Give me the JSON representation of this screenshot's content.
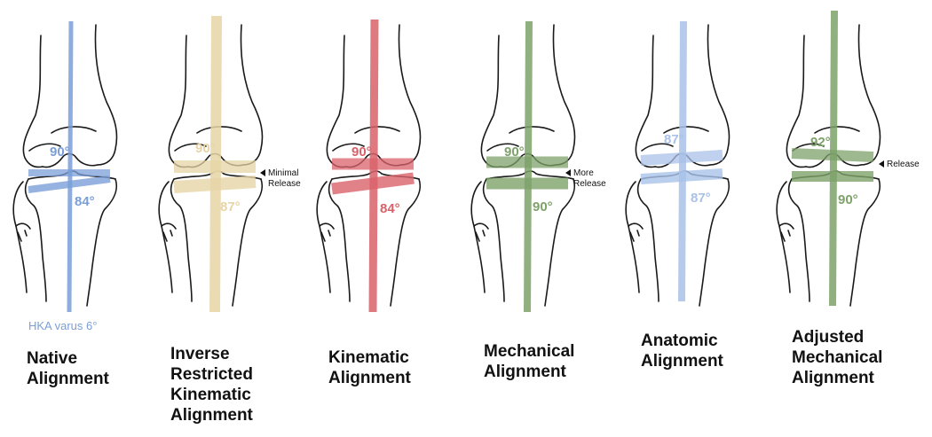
{
  "panels": [
    {
      "key": "native",
      "color": "#7a9fd8",
      "angle_top": "90°",
      "angle_bottom": "84°",
      "side_note": [],
      "bottom_note": "HKA varus 6°",
      "caption": [
        "Native",
        "Alignment"
      ]
    },
    {
      "key": "irka",
      "color": "#e6d5a6",
      "angle_top": "90°",
      "angle_bottom": "87°",
      "side_note": [
        "Minimal",
        "Release"
      ],
      "bottom_note": "",
      "caption": [
        "Inverse",
        "Restricted",
        "Kinematic",
        "Alignment"
      ]
    },
    {
      "key": "kinematic",
      "color": "#d9626a",
      "angle_top": "90°",
      "angle_bottom": "84°",
      "side_note": [],
      "bottom_note": "",
      "caption": [
        "Kinematic",
        "Alignment"
      ]
    },
    {
      "key": "mechanical",
      "color": "#7ea26a",
      "angle_top": "90°",
      "angle_bottom": "90°",
      "side_note": [
        "More",
        "Release"
      ],
      "bottom_note": "",
      "caption": [
        "Mechanical",
        "Alignment"
      ]
    },
    {
      "key": "anatomic",
      "color": "#a9c2e8",
      "angle_top": "87°",
      "angle_bottom": "87°",
      "side_note": [],
      "bottom_note": "",
      "caption": [
        "Anatomic",
        "Alignment"
      ]
    },
    {
      "key": "adjusted",
      "color": "#7ea26a",
      "angle_top": "92°",
      "angle_bottom": "90°",
      "side_note": [
        "Release"
      ],
      "bottom_note": "",
      "caption": [
        "Adjusted",
        "Mechanical",
        "Alignment"
      ]
    }
  ]
}
